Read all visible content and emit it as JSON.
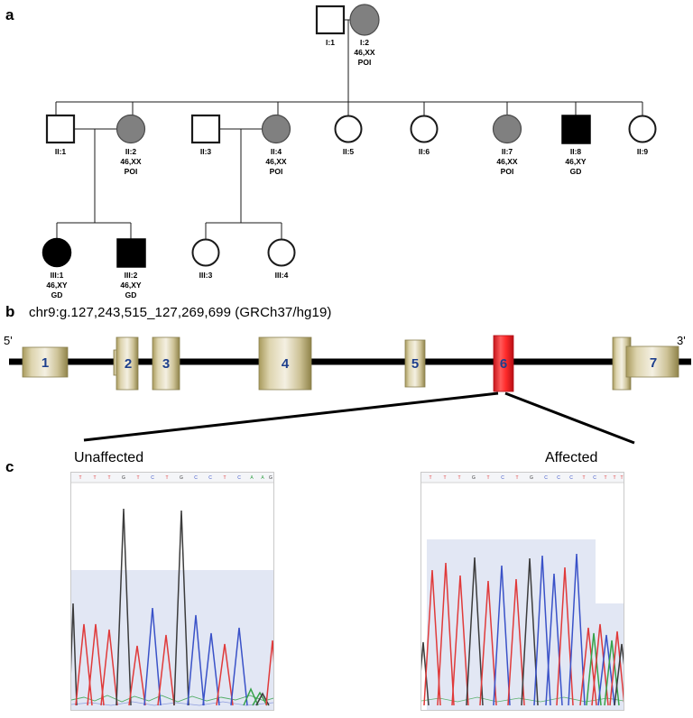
{
  "figure": {
    "panels": [
      {
        "letter": "a",
        "name": "pedigree"
      },
      {
        "letter": "b",
        "name": "gene-structure"
      },
      {
        "letter": "c",
        "name": "sanger-chromatograms"
      }
    ]
  },
  "panel_a": {
    "letter": "a",
    "generations": [
      {
        "id": "I",
        "individuals": [
          {
            "id": "I:1",
            "sex": "male",
            "shape": "square",
            "fill": "white",
            "affected": false,
            "label": "I:1",
            "karyotype": "",
            "diagnosis": ""
          },
          {
            "id": "I:2",
            "sex": "female",
            "shape": "circle",
            "fill": "grey",
            "affected": true,
            "label": "I:2",
            "karyotype": "46,XX",
            "diagnosis": "POI"
          }
        ]
      },
      {
        "id": "II",
        "individuals": [
          {
            "id": "II:1",
            "sex": "male",
            "shape": "square",
            "fill": "white",
            "affected": false,
            "label": "II:1",
            "karyotype": "",
            "diagnosis": ""
          },
          {
            "id": "II:2",
            "sex": "female",
            "shape": "circle",
            "fill": "grey",
            "affected": true,
            "label": "II:2",
            "karyotype": "46,XX",
            "diagnosis": "POI"
          },
          {
            "id": "II:3",
            "sex": "male",
            "shape": "square",
            "fill": "white",
            "affected": false,
            "label": "II:3",
            "karyotype": "",
            "diagnosis": ""
          },
          {
            "id": "II:4",
            "sex": "female",
            "shape": "circle",
            "fill": "grey",
            "affected": true,
            "label": "II:4",
            "karyotype": "46,XX",
            "diagnosis": "POI"
          },
          {
            "id": "II:5",
            "sex": "female",
            "shape": "circle",
            "fill": "white",
            "affected": false,
            "label": "II:5",
            "karyotype": "",
            "diagnosis": ""
          },
          {
            "id": "II:6",
            "sex": "female",
            "shape": "circle",
            "fill": "white",
            "affected": false,
            "label": "II:6",
            "karyotype": "",
            "diagnosis": ""
          },
          {
            "id": "II:7",
            "sex": "female",
            "shape": "circle",
            "fill": "grey",
            "affected": true,
            "label": "II:7",
            "karyotype": "46,XX",
            "diagnosis": "POI"
          },
          {
            "id": "II:8",
            "sex": "male",
            "shape": "square",
            "fill": "black",
            "affected": true,
            "label": "II:8",
            "karyotype": "46,XY",
            "diagnosis": "GD"
          },
          {
            "id": "II:9",
            "sex": "female",
            "shape": "circle",
            "fill": "white",
            "affected": false,
            "label": "II:9",
            "karyotype": "",
            "diagnosis": ""
          }
        ]
      },
      {
        "id": "III",
        "individuals": [
          {
            "id": "III:1",
            "sex": "female",
            "shape": "circle",
            "fill": "black",
            "affected": true,
            "label": "III:1",
            "karyotype": "46,XY",
            "diagnosis": "GD"
          },
          {
            "id": "III:2",
            "sex": "male",
            "shape": "square",
            "fill": "black",
            "affected": true,
            "label": "III:2",
            "karyotype": "46,XY",
            "diagnosis": "GD"
          },
          {
            "id": "III:3",
            "sex": "female",
            "shape": "circle",
            "fill": "white",
            "affected": false,
            "label": "III:3",
            "karyotype": "",
            "diagnosis": ""
          },
          {
            "id": "III:4",
            "sex": "female",
            "shape": "circle",
            "fill": "white",
            "affected": false,
            "label": "III:4",
            "karyotype": "",
            "diagnosis": ""
          }
        ]
      }
    ],
    "colors": {
      "affected_female": "#808080",
      "affected_male": "#000000",
      "unaffected": "#ffffff",
      "stroke": "#000000"
    }
  },
  "panel_b": {
    "letter": "b",
    "coordinates": "chr9:g.127,243,515_127,269,699 (GRCh37/hg19)",
    "five_prime_label": "5'",
    "three_prime_label": "3'",
    "exons": [
      {
        "number": "1",
        "highlight": false
      },
      {
        "number": "2",
        "highlight": false
      },
      {
        "number": "3",
        "highlight": false
      },
      {
        "number": "4",
        "highlight": false
      },
      {
        "number": "5",
        "highlight": false
      },
      {
        "number": "6",
        "highlight": true
      },
      {
        "number": "7",
        "highlight": false
      }
    ],
    "colors": {
      "exon_fill": "#c9bf87",
      "exon_edge": "#8a8050",
      "exon_highlight": "#f8242a",
      "exon_number": "#1d3f8c",
      "intron_line": "#000000"
    }
  },
  "panel_c": {
    "letter": "c",
    "traces": [
      {
        "name": "unaffected",
        "title": "Unaffected"
      },
      {
        "name": "affected",
        "title": "Affected"
      }
    ],
    "colors": {
      "A": "#37a24a",
      "C": "#3a52c8",
      "G": "#3c3c3c",
      "T": "#e03a3a",
      "shading": "#e2e7f4",
      "frame": "#c9c9c9"
    }
  }
}
